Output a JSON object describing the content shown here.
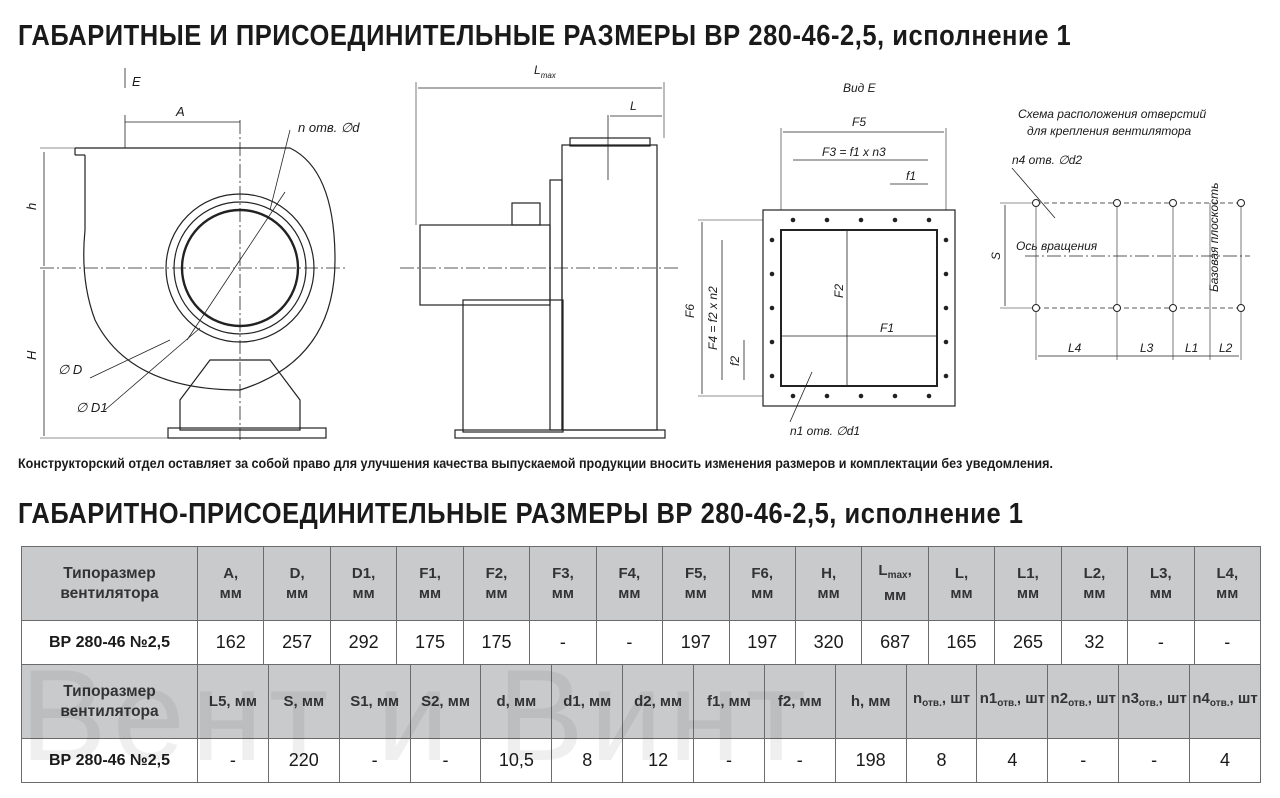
{
  "title_top": "ГАБАРИТНЫЕ И ПРИСОЕДИНИТЕЛЬНЫЕ РАЗМЕРЫ ВР 280-46-2,5, исполнение 1",
  "title_table": "ГАБАРИТНО-ПРИСОЕДИНИТЕЛЬНЫЕ РАЗМЕРЫ ВР 280-46-2,5, исполнение 1",
  "disclaimer": "Конструкторский отдел оставляет за собой право для улучшения качества выпускаемой продукции вносить изменения размеров и комплектации без уведомления.",
  "watermark": "Вент и Винт",
  "drawing_labels": {
    "e": "E",
    "a": "A",
    "n_holes": "n отв. ∅d",
    "h_small": "h",
    "h_big": "H",
    "d": "∅ D",
    "d1": "∅ D1",
    "lmax": "L",
    "lmax_sub": "max",
    "l": "L",
    "view_e": "Вид Е",
    "f5": "F5",
    "f3": "F3 = f1 x n3",
    "f1_small": "f1",
    "f6": "F6",
    "f4": "F4 = f2 x n2",
    "f2_small": "f2",
    "f2": "F2",
    "f1": "F1",
    "n1_holes": "n1 отв. ∅d1",
    "scheme_line1": "Схема расположения отверстий",
    "scheme_line2": "для крепления вентилятора",
    "n4_holes": "n4 отв. ∅d2",
    "axis": "Ось вращения",
    "base_plane": "Базовая плоскость",
    "s": "S",
    "l4": "L4",
    "l3": "L3",
    "l1": "L1",
    "l2": "L2"
  },
  "table1": {
    "header_first": [
      "Типоразмер",
      "вентилятора"
    ],
    "headers": [
      {
        "name": "A,",
        "sub": ""
      },
      {
        "name": "D,",
        "sub": ""
      },
      {
        "name": "D1,",
        "sub": ""
      },
      {
        "name": "F1,",
        "sub": ""
      },
      {
        "name": "F2,",
        "sub": ""
      },
      {
        "name": "F3,",
        "sub": ""
      },
      {
        "name": "F4,",
        "sub": ""
      },
      {
        "name": "F5,",
        "sub": ""
      },
      {
        "name": "F6,",
        "sub": ""
      },
      {
        "name": "H,",
        "sub": ""
      },
      {
        "name": "L",
        "sub": "max",
        "suffix": ","
      },
      {
        "name": "L,",
        "sub": ""
      },
      {
        "name": "L1,",
        "sub": ""
      },
      {
        "name": "L2,",
        "sub": ""
      },
      {
        "name": "L3,",
        "sub": ""
      },
      {
        "name": "L4,",
        "sub": ""
      }
    ],
    "unit": "мм",
    "row_name": "ВР 280-46 №2,5",
    "values": [
      "162",
      "257",
      "292",
      "175",
      "175",
      "-",
      "-",
      "197",
      "197",
      "320",
      "687",
      "165",
      "265",
      "32",
      "-",
      "-"
    ]
  },
  "table2": {
    "header_first": [
      "Типоразмер",
      "вентилятора"
    ],
    "headers": [
      {
        "name": "L5, мм",
        "sub": "",
        "suffix": ""
      },
      {
        "name": "S, мм",
        "sub": "",
        "suffix": ""
      },
      {
        "name": "S1, мм",
        "sub": "",
        "suffix": ""
      },
      {
        "name": "S2, мм",
        "sub": "",
        "suffix": ""
      },
      {
        "name": "d, мм",
        "sub": "",
        "suffix": ""
      },
      {
        "name": "d1, мм",
        "sub": "",
        "suffix": ""
      },
      {
        "name": "d2, мм",
        "sub": "",
        "suffix": ""
      },
      {
        "name": "f1, мм",
        "sub": "",
        "suffix": ""
      },
      {
        "name": "f2, мм",
        "sub": "",
        "suffix": ""
      },
      {
        "name": "h, мм",
        "sub": "",
        "suffix": ""
      },
      {
        "name": "n",
        "sub": "отв.",
        "suffix": ", шт"
      },
      {
        "name": "n1",
        "sub": "отв.",
        "suffix": ", шт"
      },
      {
        "name": "n2",
        "sub": "отв.",
        "suffix": ", шт"
      },
      {
        "name": "n3",
        "sub": "отв.",
        "suffix": ", шт"
      },
      {
        "name": "n4",
        "sub": "отв.",
        "suffix": ", шт"
      }
    ],
    "row_name": "ВР 280-46 №2,5",
    "values": [
      "-",
      "220",
      "-",
      "-",
      "10,5",
      "8",
      "12",
      "-",
      "-",
      "198",
      "8",
      "4",
      "-",
      "-",
      "4"
    ]
  }
}
